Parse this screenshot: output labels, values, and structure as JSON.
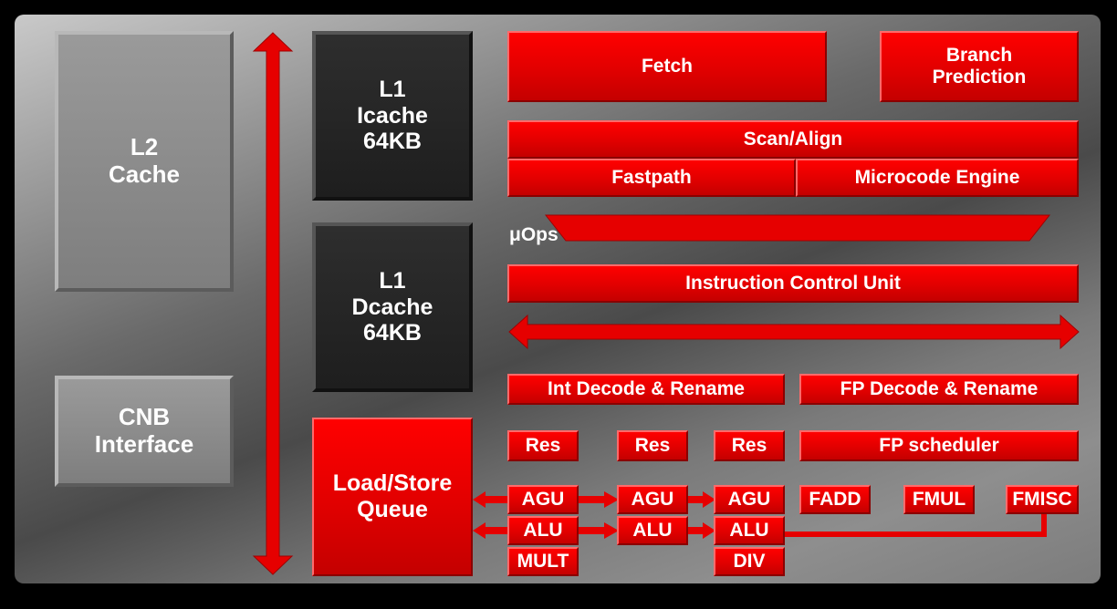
{
  "blocks": {
    "l2_cache": [
      "L2",
      "Cache"
    ],
    "cnb_interface": [
      "CNB",
      "Interface"
    ],
    "l1_icache": [
      "L1",
      "Icache",
      "64KB"
    ],
    "l1_dcache": [
      "L1",
      "Dcache",
      "64KB"
    ],
    "load_store_queue": [
      "Load/Store",
      "Queue"
    ],
    "fetch": "Fetch",
    "branch_prediction": [
      "Branch",
      "Prediction"
    ],
    "scan_align": "Scan/Align",
    "fastpath": "Fastpath",
    "microcode_engine": "Microcode Engine",
    "uops": "μOps",
    "icu": "Instruction Control Unit",
    "int_decode": "Int Decode & Rename",
    "fp_decode": "FP Decode & Rename",
    "res": [
      "Res",
      "Res",
      "Res"
    ],
    "fp_scheduler": "FP scheduler",
    "agu": [
      "AGU",
      "AGU",
      "AGU"
    ],
    "alu": [
      "ALU",
      "ALU",
      "ALU"
    ],
    "mult": "MULT",
    "div": "DIV",
    "fadd": "FADD",
    "fmul": "FMUL",
    "fmisc": "FMISC"
  },
  "colors": {
    "red": "#e60000",
    "gray": "#8c8c8c",
    "dark": "#262626",
    "background": "#000000"
  }
}
